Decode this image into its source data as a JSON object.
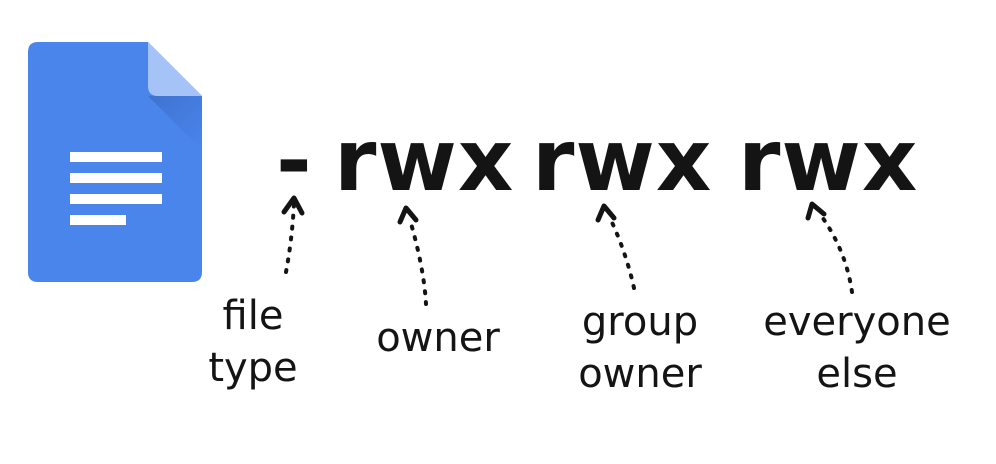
{
  "permission": {
    "file_type": "-",
    "owner": "rwx",
    "group": "rwx",
    "other": "rwx"
  },
  "labels": {
    "file_type": [
      "file",
      "type"
    ],
    "owner": [
      "owner"
    ],
    "group_owner": [
      "group",
      "owner"
    ],
    "everyone_else": [
      "everyone",
      "else"
    ]
  },
  "colors": {
    "icon_body": "#4a85ec",
    "icon_fold": "#a6c3f7",
    "icon_shadow": "#3b6ec9",
    "text": "#141414"
  },
  "icons": {
    "document": "google-docs-document-icon"
  }
}
